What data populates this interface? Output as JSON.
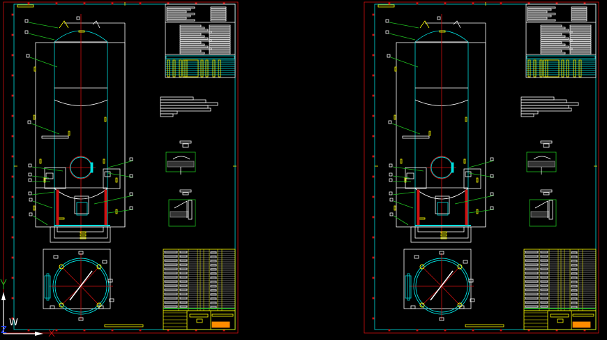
{
  "viewport": {
    "background": "#000000",
    "sheet_count": 2
  },
  "colors": {
    "border": "#d01010",
    "frame": "#00e0e0",
    "geometry": "#ffffff",
    "leader": "#20c020",
    "dimension_text": "#ffff00",
    "centerline": "#d01010",
    "stamp": "#ff8c00"
  },
  "ucs_icon": {
    "label_w": "W",
    "label_z": "Z",
    "axes": [
      "X",
      "Y"
    ]
  }
}
